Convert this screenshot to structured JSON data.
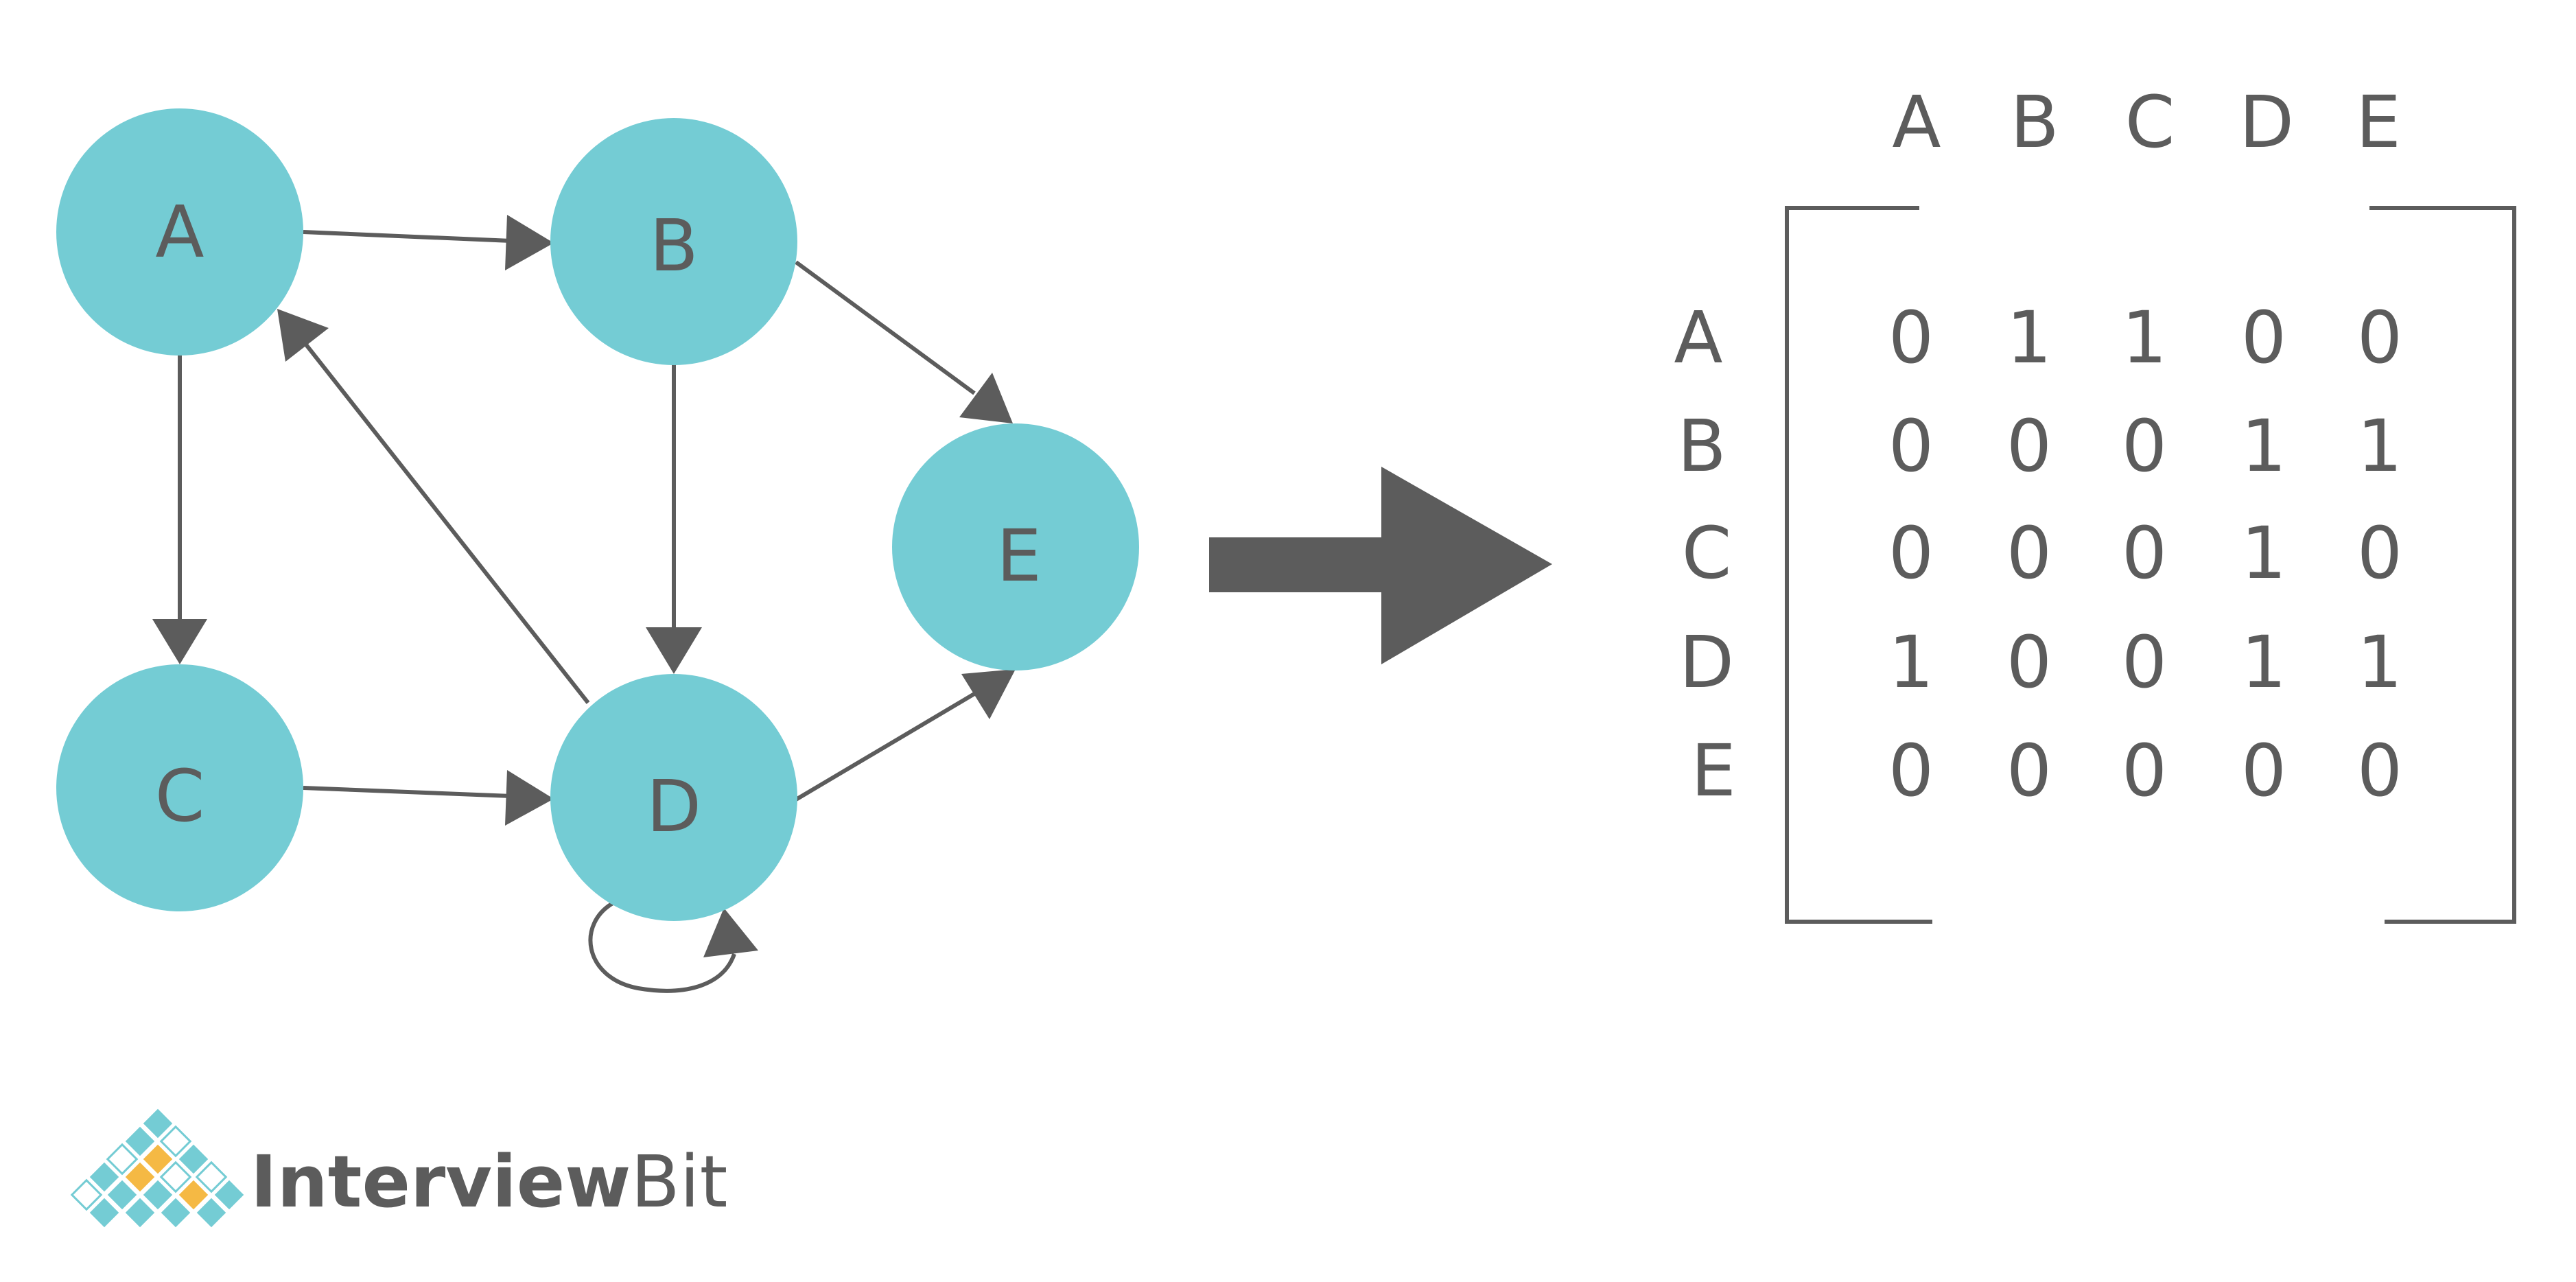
{
  "graph": {
    "nodes": {
      "A": {
        "label": "A"
      },
      "B": {
        "label": "B"
      },
      "C": {
        "label": "C"
      },
      "D": {
        "label": "D"
      },
      "E": {
        "label": "E"
      }
    }
  },
  "matrix": {
    "columns": [
      "A",
      "B",
      "C",
      "D",
      "E"
    ],
    "rows": [
      {
        "label": "A",
        "values": [
          "0",
          "1",
          "1",
          "0",
          "0"
        ]
      },
      {
        "label": "B",
        "values": [
          "0",
          "0",
          "0",
          "1",
          "1"
        ]
      },
      {
        "label": "C",
        "values": [
          "0",
          "0",
          "0",
          "1",
          "0"
        ]
      },
      {
        "label": "D",
        "values": [
          "1",
          "0",
          "0",
          "1",
          "1"
        ]
      },
      {
        "label": "E",
        "values": [
          "0",
          "0",
          "0",
          "0",
          "0"
        ]
      }
    ]
  },
  "brand": {
    "name_part1": "Interview",
    "name_part2": "Bit"
  },
  "colors": {
    "node_fill": "#74ccd4",
    "ink": "#5c5c5c",
    "logo_orange": "#f5b944",
    "logo_teal": "#74ccd4"
  }
}
